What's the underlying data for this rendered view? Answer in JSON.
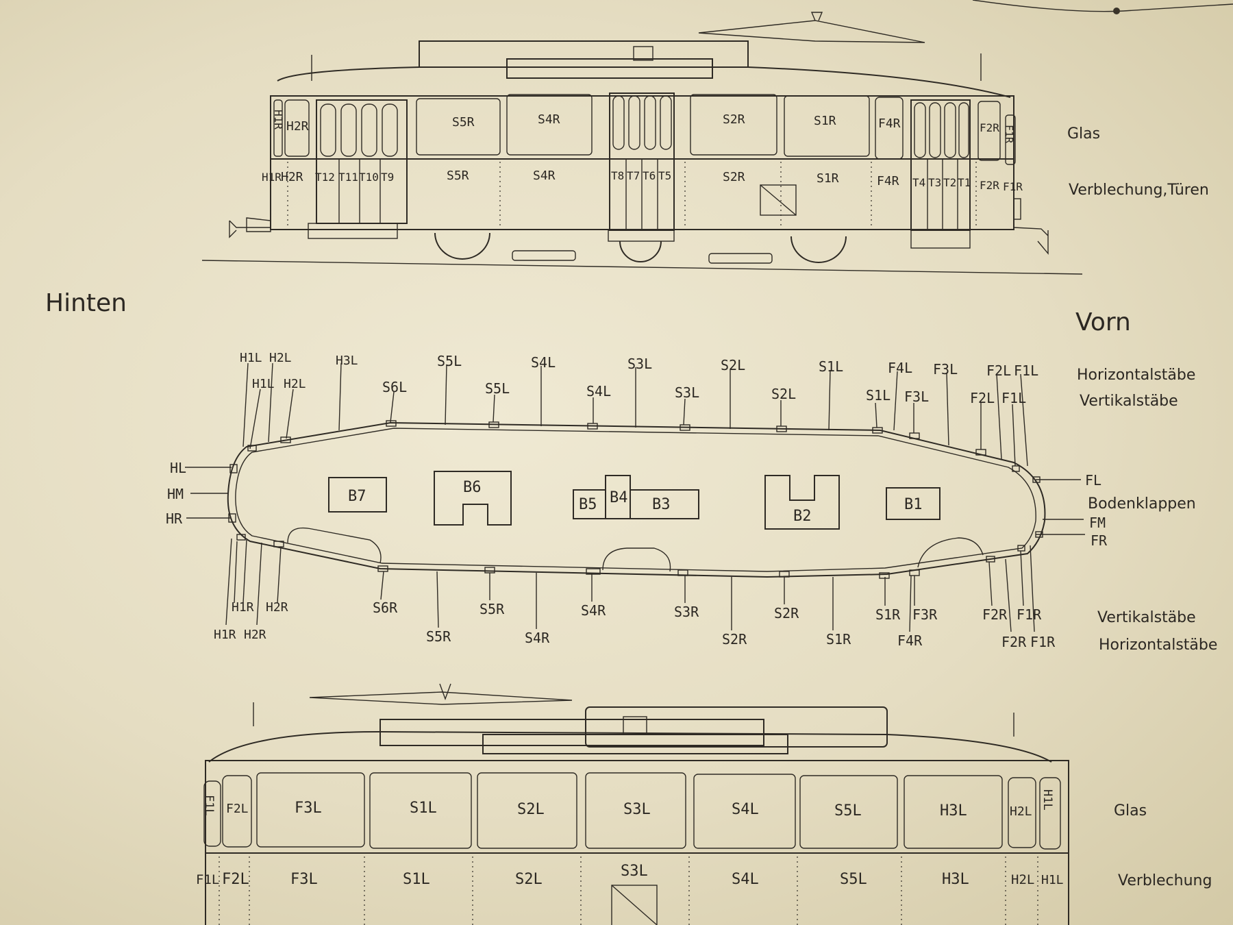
{
  "directions": {
    "rear": "Hinten",
    "front": "Vorn"
  },
  "legend": {
    "glass": "Glas",
    "panels_doors": "Verblechung,Türen",
    "horizontal_bars": "Horizontalstäbe",
    "vertical_bars": "Vertikalstäbe",
    "floor_hatches": "Bodenklappen",
    "panels": "Verblechung"
  },
  "top_view_right": {
    "windows": [
      "H1R",
      "H2R",
      "S5R",
      "S4R",
      "S2R",
      "S1R",
      "F4R",
      "F2R",
      "F1R"
    ],
    "panels": [
      "H1R",
      "H2R",
      "T12",
      "T11",
      "T10",
      "T9",
      "S5R",
      "S4R",
      "T8",
      "T7",
      "T6",
      "T5",
      "S2R",
      "S1R",
      "F4R",
      "T4",
      "T3",
      "T2",
      "T1",
      "F2R",
      "F1R"
    ]
  },
  "plan_view": {
    "top_horizontal": [
      "H1L",
      "H2L",
      "H3L",
      "S5L",
      "S4L",
      "S3L",
      "S2L",
      "S1L",
      "F4L",
      "F3L",
      "F2L",
      "F1L"
    ],
    "top_vertical": [
      "H1L",
      "H2L",
      "S6L",
      "S5L",
      "S4L",
      "S3L",
      "S2L",
      "S1L",
      "F3L",
      "F2L",
      "F1L"
    ],
    "left_end": [
      "HL",
      "HM",
      "HR"
    ],
    "right_end": [
      "FL",
      "FM",
      "FR"
    ],
    "hatches": [
      "B7",
      "B6",
      "B5",
      "B4",
      "B3",
      "B2",
      "B1"
    ],
    "bottom_vertical": [
      "H1R",
      "H2R",
      "S6R",
      "S5R",
      "S4R",
      "S3R",
      "S2R",
      "S1R",
      "F3R",
      "F2R",
      "F1R"
    ],
    "bottom_horizontal": [
      "H1R",
      "H2R",
      "S5R",
      "S4R",
      "S2R",
      "S1R",
      "F4R",
      "F2R",
      "F1R"
    ]
  },
  "bottom_view_left": {
    "windows": [
      "F1L",
      "F2L",
      "F3L",
      "S1L",
      "S2L",
      "S3L",
      "S4L",
      "S5L",
      "H3L",
      "H2L",
      "H1L"
    ],
    "panels": [
      "F1L",
      "F2L",
      "F3L",
      "S1L",
      "S2L",
      "S3L",
      "S4L",
      "S5L",
      "H3L",
      "H2L",
      "H1L"
    ]
  }
}
